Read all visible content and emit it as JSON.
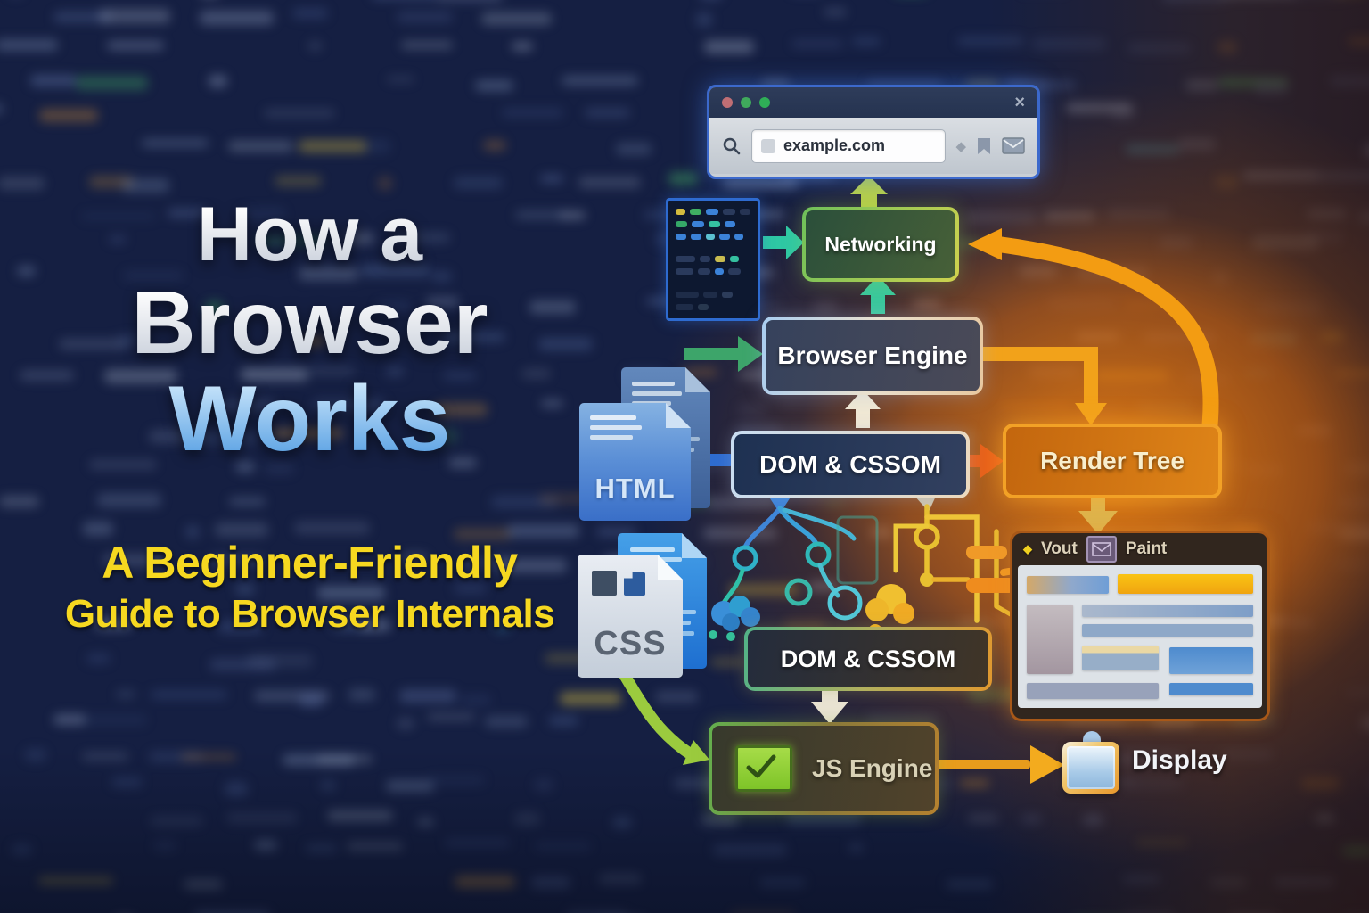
{
  "poster": {
    "title_line1": "How a",
    "title_line2": "Browser",
    "title_line3": "Works",
    "subtitle_line1": "A Beginner-Friendly",
    "subtitle_line2": "Guide to Browser Internals"
  },
  "browser_window": {
    "url": "example.com",
    "close_glyph": "×"
  },
  "flow_nodes": {
    "networking": "Networking",
    "browser_engine": "Browser Engine",
    "dom_cssom_top": "DOM & CSSOM",
    "render_tree": "Render Tree",
    "dom_cssom_bottom": "DOM & CSSOM",
    "js_engine": "JS Engine"
  },
  "labels": {
    "display": "Display"
  },
  "file_icons": {
    "html": "HTML",
    "css": "CSS"
  },
  "layout_window": {
    "tab_layout": "Vout",
    "tab_paint": "Paint"
  },
  "icons": {
    "diamond_glyph": "◆"
  },
  "colors": {
    "background_navy": "#151f42",
    "glow_orange": "#ee8010",
    "accent_teal": "#2ec8a4",
    "accent_green": "#3da56a",
    "accent_yellow_green": "#b5d44a",
    "accent_orange": "#f2a21a",
    "title_blue": "#5da3e4",
    "subtitle_yellow": "#f6d820"
  }
}
